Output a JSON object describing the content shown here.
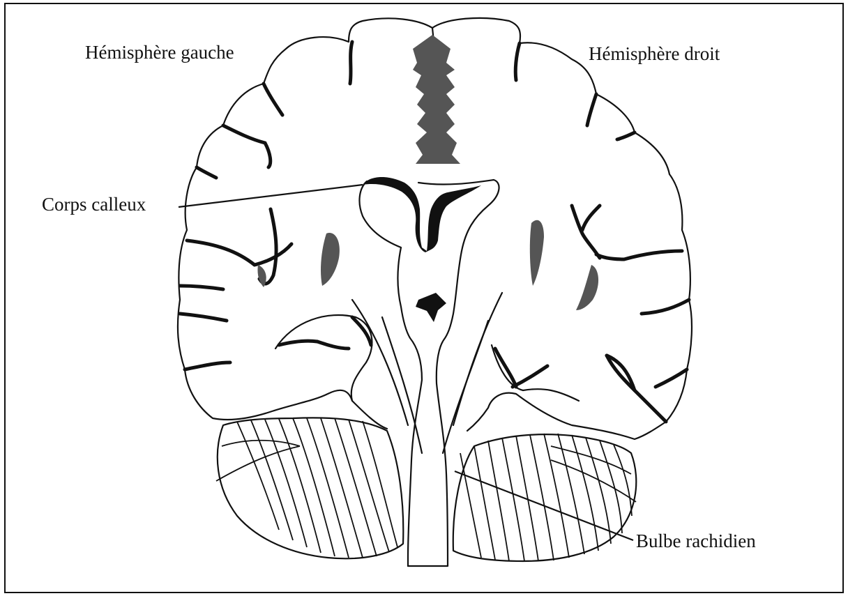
{
  "labels": {
    "left_hemisphere": "Hémisphère gauche",
    "right_hemisphere": "Hémisphère droit",
    "corpus_callosum": "Corps calleux",
    "medulla": "Bulbe rachidien"
  },
  "colors": {
    "ink": "#111111",
    "ventricle_gray": "#555555",
    "background": "#ffffff"
  }
}
